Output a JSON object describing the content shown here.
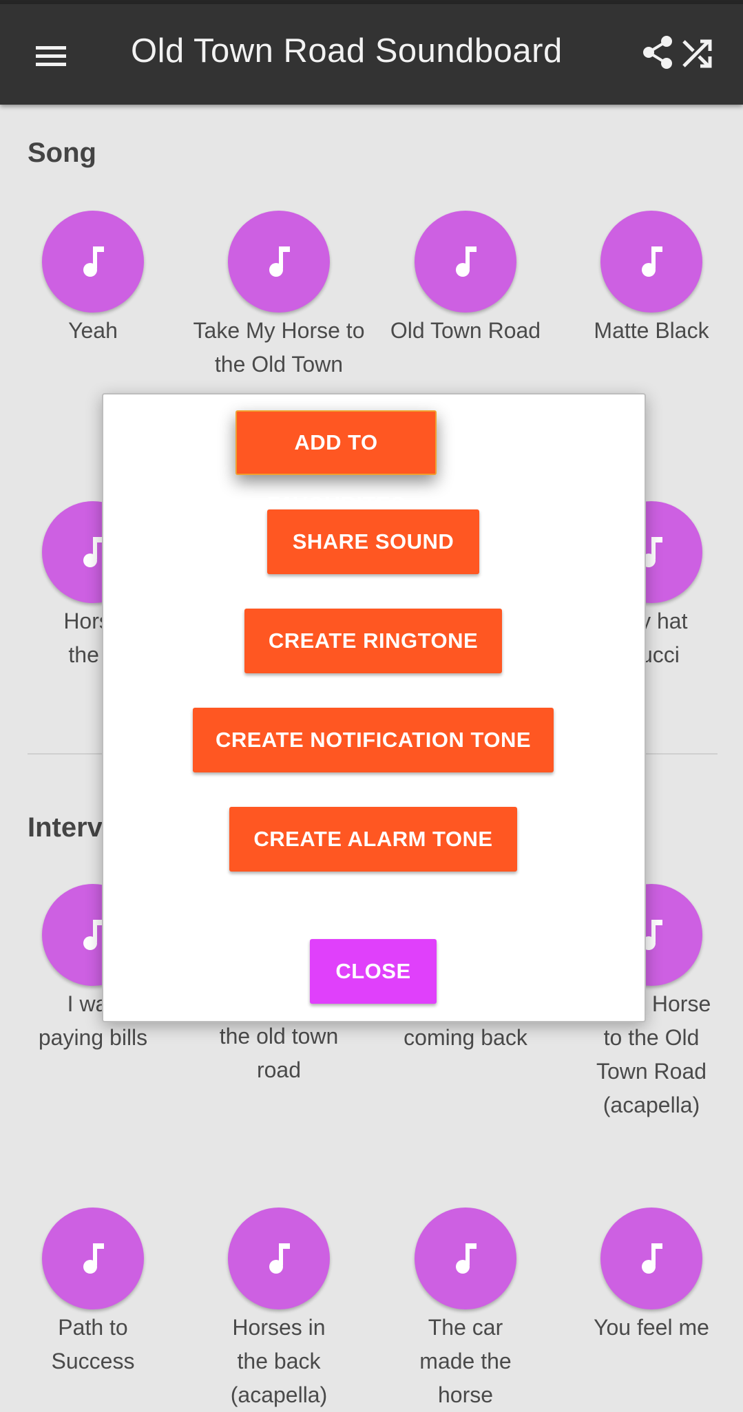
{
  "app_bar": {
    "title": "Old Town Road Soundboard",
    "menu_icon": "menu-icon",
    "share_icon": "share-icon",
    "shuffle_icon": "shuffle-icon"
  },
  "colors": {
    "app_bar": "#333333",
    "background": "#e6e6e6",
    "sound_button": "#cd60e2",
    "action_button": "#ff5722",
    "close_button": "#e040fb"
  },
  "sections": {
    "song": {
      "title": "Song",
      "items": [
        {
          "label": "Yeah"
        },
        {
          "label": "Take My Horse to the Old Town"
        },
        {
          "label": "Old Town Road"
        },
        {
          "label": "Matte Black"
        },
        {
          "label": "Horse"
        },
        {
          "label": "the b"
        },
        {
          "label": "boy hat"
        },
        {
          "label": "Gucci"
        }
      ]
    },
    "interviews": {
      "title": "Interv",
      "items": [
        {
          "label": "I was"
        },
        {
          "label": "paying bills"
        },
        {
          "label": "the old town road"
        },
        {
          "label": "coming back"
        },
        {
          "label": "te my Horse to the Old Town Road (acapella)"
        },
        {
          "label": "Path to Success"
        },
        {
          "label": "Horses in the back (acapella)"
        },
        {
          "label": "The car made the horse"
        },
        {
          "label": "You feel me"
        }
      ]
    }
  },
  "dialog": {
    "add_favourites": "ADD TO FAVOURITES",
    "share_sound": "SHARE SOUND",
    "create_ringtone": "CREATE RINGTONE",
    "create_notification": "CREATE NOTIFICATION TONE",
    "create_alarm": "CREATE ALARM TONE",
    "close": "CLOSE"
  }
}
